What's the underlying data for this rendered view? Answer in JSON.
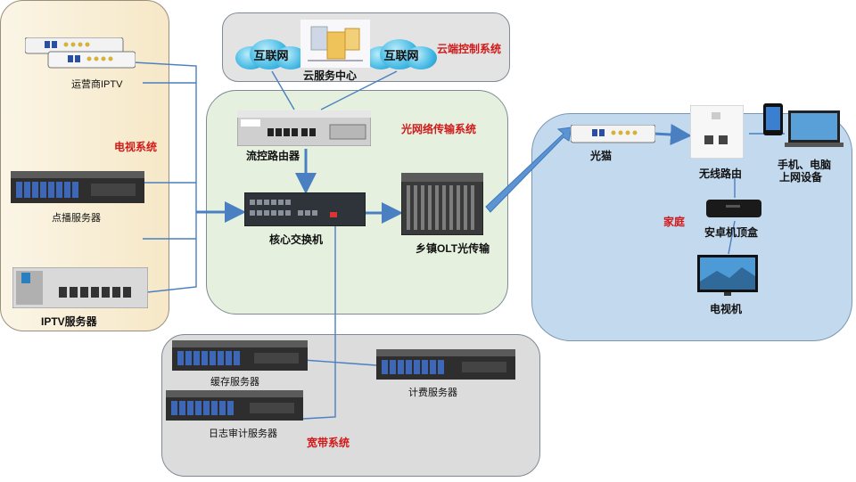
{
  "systems": {
    "tv": "电视系统",
    "cloud": "云端控制系统",
    "optical": "光网络传输系统",
    "home": "家庭",
    "broadband": "宽带系统"
  },
  "devices": {
    "iptv_operator": "运营商IPTV",
    "vod_server": "点播服务器",
    "iptv_server": "IPTV服务器",
    "internet_left": "互联网",
    "internet_right": "互联网",
    "cloud_center": "云服务中心",
    "flow_router": "流控路由器",
    "core_switch": "核心交换机",
    "olt": "乡镇OLT光传输",
    "onu": "光猫",
    "wifi_router": "无线路由",
    "user_devices_line1": "手机、电脑",
    "user_devices_line2": "上网设备",
    "android_box": "安卓机顶盒",
    "tv": "电视机",
    "cache_server": "缓存服务器",
    "billing_server": "计费服务器",
    "log_server": "日志审计服务器"
  },
  "colors": {
    "wire": "#4a7fc1",
    "arrow": "#4a7fc1",
    "red_label": "#d11a1a"
  }
}
